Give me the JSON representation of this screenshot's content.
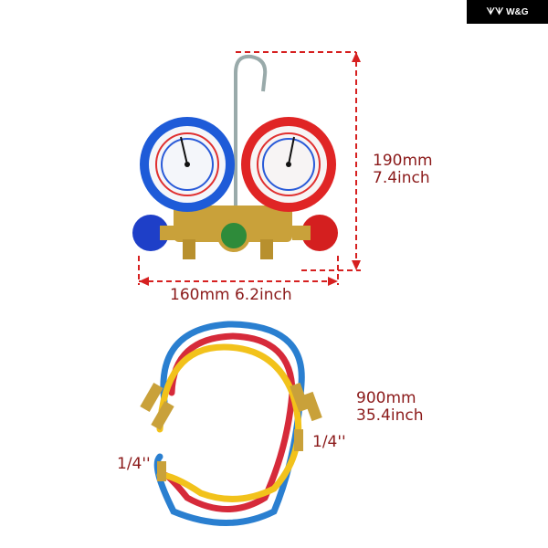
{
  "brand": {
    "logo_text": "W&G"
  },
  "manifold": {
    "height_mm": "190mm",
    "height_inch": "7.4inch",
    "width_label": "160mm  6.2inch"
  },
  "hoses": {
    "length_mm": "900mm",
    "length_inch": "35.4inch",
    "fitting_left": "1/4''",
    "fitting_right": "1/4''"
  },
  "colors": {
    "dimension": "#d62020",
    "blue": "#1e5bd8",
    "red": "#e02525",
    "yellow": "#f2c21b",
    "brass": "#c9a13a"
  }
}
